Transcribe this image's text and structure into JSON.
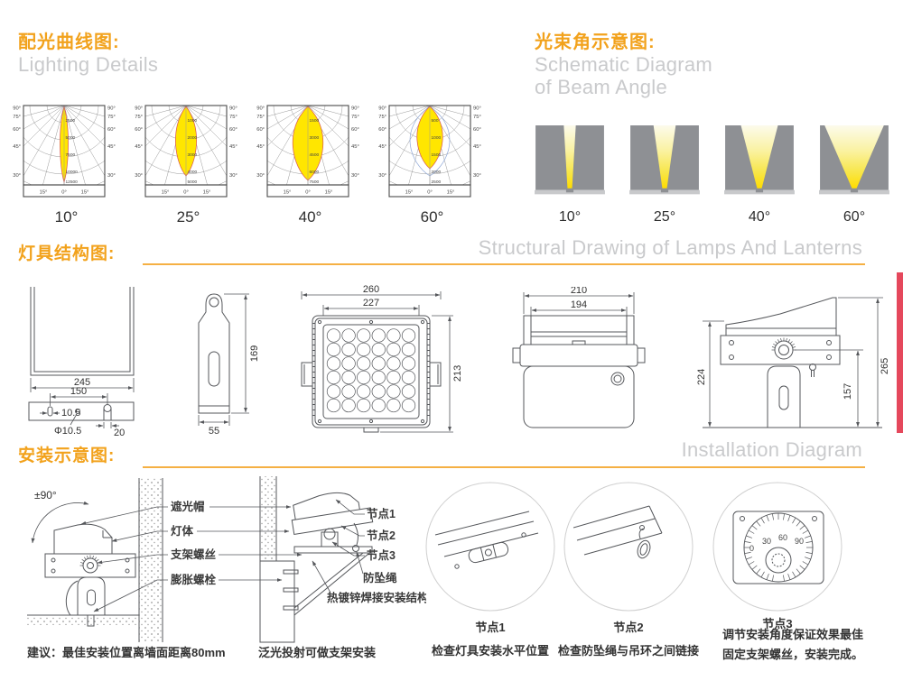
{
  "colors": {
    "accent_orange": "#F2A21C",
    "underline_orange": "#F5B043",
    "title_gray": "#C9CACC",
    "line_gray": "#55575B",
    "dark_text": "#333333",
    "red_tab": "#E5485C",
    "beam_gray": "#8E9094",
    "beam_yellow": "#FFDD00",
    "lobe_yellow": "#FFE600",
    "lobe_outline_red": "#D85555",
    "outer_lobe_blue": "#8FA8D8"
  },
  "sections": {
    "lighting": {
      "title_zh": "配光曲线图:",
      "title_en": "Lighting Details"
    },
    "beam": {
      "title_zh": "光束角示意图:",
      "title_en_line1": "Schematic Diagram",
      "title_en_line2": "of Beam Angle"
    },
    "structure": {
      "title_zh": "灯具结构图:",
      "title_en": "Structural Drawing of Lamps And Lanterns"
    },
    "install": {
      "title_zh": "安装示意图:",
      "title_en": "Installation Diagram"
    }
  },
  "chart_data": [
    {
      "type": "polar_intensity",
      "label": "10°",
      "side_ticks": [
        "90°",
        "75°",
        "60°",
        "45°",
        "30°"
      ],
      "bottom_ticks": [
        "15°",
        "0°",
        "15°"
      ],
      "radial_ticks": [
        "2500",
        "5000",
        "7500",
        "10000",
        "12500"
      ],
      "lobe": {
        "half_width": 3.5,
        "length": 85
      }
    },
    {
      "type": "polar_intensity",
      "label": "25°",
      "side_ticks": [
        "90°",
        "75°",
        "60°",
        "45°",
        "30°"
      ],
      "bottom_ticks": [
        "15°",
        "0°",
        "15°"
      ],
      "radial_ticks": [
        "1000",
        "2000",
        "3000",
        "4000",
        "5000"
      ],
      "lobe": {
        "half_width": 9,
        "length": 78
      }
    },
    {
      "type": "polar_intensity",
      "label": "40°",
      "side_ticks": [
        "90°",
        "75°",
        "60°",
        "45°",
        "30°"
      ],
      "bottom_ticks": [
        "15°",
        "0°",
        "15°"
      ],
      "radial_ticks": [
        "1500",
        "3000",
        "4500",
        "6000",
        "7500"
      ],
      "lobe": {
        "half_width": 13,
        "length": 83
      }
    },
    {
      "type": "polar_intensity",
      "label": "60°",
      "side_ticks": [
        "90°",
        "75°",
        "60°",
        "45°",
        "30°"
      ],
      "bottom_ticks": [
        "15°",
        "0°",
        "15°"
      ],
      "radial_ticks": [
        "500",
        "1000",
        "1500",
        "2000",
        "2500"
      ],
      "lobe": {
        "half_width": 11,
        "length": 70
      },
      "outer_lobe": {
        "half_width": 17,
        "length": 78
      }
    }
  ],
  "beam_diagrams": [
    {
      "label": "10°",
      "top_half_width": 6.5
    },
    {
      "label": "25°",
      "top_half_width": 12
    },
    {
      "label": "40°",
      "top_half_width": 20
    },
    {
      "label": "60°",
      "top_half_width": 32
    }
  ],
  "structure": {
    "bracket": {
      "width": "245",
      "hole_span": "150",
      "slot_width": "10.5",
      "hole_dia": "Φ10.5",
      "hole_width": "20"
    },
    "plate": {
      "height": "169",
      "width": "55"
    },
    "front": {
      "outer_width": "260",
      "lens_width": "227",
      "height": "213"
    },
    "rear": {
      "outer_width": "210",
      "inner_width": "194"
    },
    "side": {
      "front_height": "224",
      "overall_height": "265",
      "post_height": "157"
    }
  },
  "install": {
    "wall_mount": {
      "angle_label": "±90°",
      "part_labels": [
        "遮光帽",
        "灯体",
        "支架螺丝",
        "膨胀螺栓"
      ],
      "caption": "建议：最佳安装位置离墙面距离80mm"
    },
    "bracket_mount": {
      "node_labels": [
        "节点1",
        "节点2",
        "节点3"
      ],
      "rope_label": "防坠绳",
      "weld_label": "热镀锌焊接安装结构",
      "caption": "泛光投射可做支架安装"
    },
    "details": [
      {
        "title": "节点1",
        "caption": "检查灯具安装水平位置"
      },
      {
        "title": "节点2",
        "caption": "检查防坠绳与吊环之间链接"
      },
      {
        "title": "节点3",
        "caption_line1": "调节安装角度保证效果最佳",
        "caption_line2": "固定支架螺丝，安装完成。"
      }
    ],
    "dial_numbers": [
      "0",
      "30",
      "60",
      "90"
    ]
  }
}
